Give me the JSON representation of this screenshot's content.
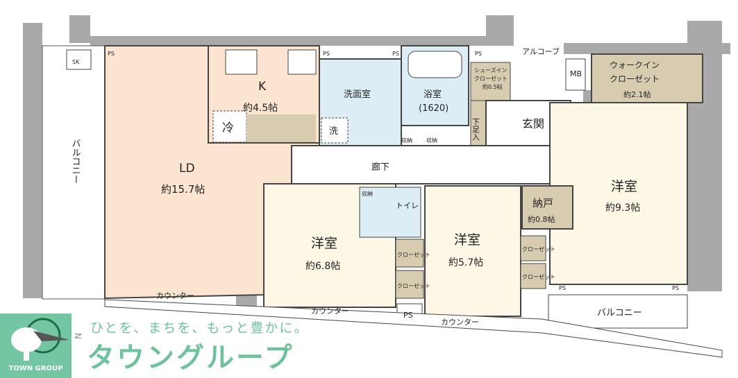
{
  "rooms": {
    "kitchen": {
      "name": "K",
      "size": "約4.5帖"
    },
    "fridge": "冷",
    "ld": {
      "name": "LD",
      "size": "約15.7帖"
    },
    "balcony_left": "バルコニー",
    "washroom": "洗面室",
    "washer": "洗",
    "bath": {
      "name": "浴室",
      "size": "(1620)"
    },
    "shoes_closet": {
      "name1": "シューズイン",
      "name2": "クローゼット",
      "size": "約0.5帖"
    },
    "alcove": "アルコーブ",
    "mb": "MB",
    "walkin": {
      "name1": "ウォークイン",
      "name2": "クローゼット",
      "size": "約2.1帖"
    },
    "entrance": "玄関",
    "shoe_rack": "下足入",
    "hallway": "廊下",
    "toilet": "トイレ",
    "bedroom_large": {
      "name": "洋室",
      "size": "約9.3帖"
    },
    "storage_room": {
      "name": "納戸",
      "size": "約0.8帖"
    },
    "bedroom_mid": {
      "name": "洋室",
      "size": "約6.8帖"
    },
    "bedroom_small": {
      "name": "洋室",
      "size": "約5.7帖"
    },
    "closet": "クローゼット",
    "storage": "収納",
    "ps": "PS",
    "sk": "SK",
    "counter": "カウンター",
    "balcony_right": "バルコニー"
  },
  "compass": "N",
  "brand": {
    "logo_text": "TOWN GROUP",
    "tagline": "ひとを、まちを、もっと豊かに。",
    "name": "タウングループ"
  },
  "colors": {
    "ld": "#fbe5d0",
    "western": "#fdf8e6",
    "wet": "#dcedf6",
    "storage": "#d8ccb0",
    "wall": "#a9a9a9",
    "brand": "#72c6a2"
  }
}
